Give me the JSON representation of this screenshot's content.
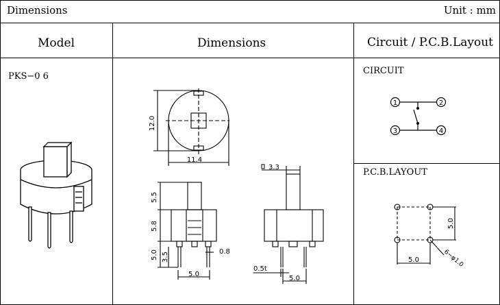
{
  "header": {
    "title": "Dimensions",
    "unit": "Unit : mm"
  },
  "columns": {
    "model": "Model",
    "dimensions": "Dimensions",
    "circuit_layout": "Circuit / P.C.B.Layout"
  },
  "model": {
    "name": "PKS−0 6"
  },
  "circuit": {
    "label": "CIRCUIT",
    "pins": [
      "1",
      "2",
      "3",
      "4"
    ]
  },
  "pcb": {
    "label": "P.C.B.LAYOUT",
    "dim_h": "5.0",
    "dim_v": "5.0",
    "hole": "6−φ1.0"
  },
  "top_view": {
    "height": "12.0",
    "width": "11.4"
  },
  "front_view": {
    "dim_top": "5.5",
    "dim_mid": "5.8",
    "dim_bottom": "5.0",
    "dim_pin": "3.5",
    "dim_pin_w": "0.8",
    "dim_base": "5.0"
  },
  "side_view": {
    "dim_top": "3.3",
    "dim_pin": "0.5t",
    "dim_base": "5.0"
  }
}
